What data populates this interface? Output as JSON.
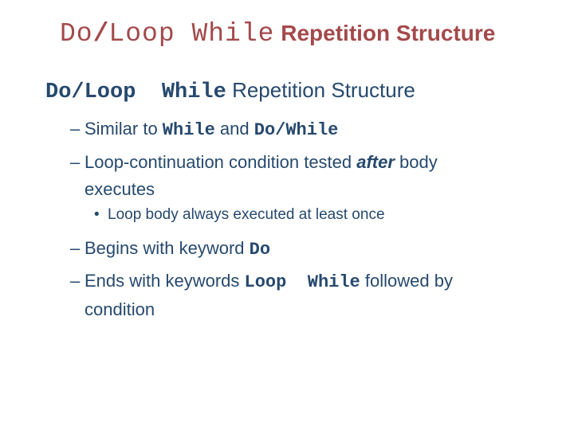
{
  "slide": {
    "background": "#ffffff",
    "colors": {
      "title_red": "#a4494b",
      "body_navy": "#26496e"
    },
    "title": {
      "code_pre": "Do",
      "slash": "/",
      "code_post": "Loop While",
      "sans": " Repetition Structure"
    },
    "heading": {
      "code": "Do/Loop  While",
      "sans": " Repetition Structure"
    },
    "list": {
      "dash": "–",
      "bullet": "•"
    },
    "bullets": {
      "similar": {
        "pre": "Similar to ",
        "code1": "While",
        "mid": " and ",
        "code2": "Do/While"
      },
      "tested": {
        "pre": "Loop-continuation condition tested ",
        "em": "after",
        "post": " body",
        "line2": "executes"
      },
      "sub": {
        "text": "Loop body always executed at least once"
      },
      "begins": {
        "pre": "Begins with keyword ",
        "code": "Do"
      },
      "ends": {
        "pre": "Ends with keywords ",
        "code": "Loop  While",
        "post": " followed by",
        "line2": "condition"
      }
    }
  }
}
